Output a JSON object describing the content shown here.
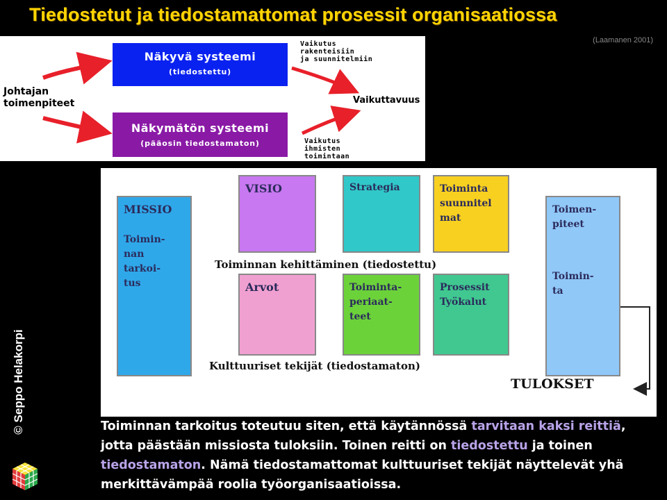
{
  "title": "Tiedostetut ja tiedostamattomat  prosessit organisaatiossa",
  "citation": "(Laamanen 2001)",
  "side_label": "© Seppo Helakorpi",
  "top_diagram": {
    "visible_system_title": "Näkyvä systeemi",
    "visible_system_sub": "(tiedostettu)",
    "invisible_system_title": "Näkymätön systeemi",
    "invisible_system_sub": "(pääosin tiedostamaton)",
    "leaders_actions": [
      "Johtajan",
      "toimenpiteet"
    ],
    "effect_on_structures": [
      "Vaikutus",
      "rakenteisiin",
      "ja suunnitelmiin"
    ],
    "effectiveness": "Vaikuttavuus",
    "effect_on_behaviour": [
      "Vaikutus",
      "ihmisten",
      "toimintaan"
    ],
    "colors": {
      "visible": "#0a22f0",
      "invisible": "#8a1aa6",
      "arrow": "#e8202a"
    }
  },
  "main_diagram": {
    "missio": {
      "head": "MISSIO",
      "lines": [
        "Toimin-",
        "nan",
        "tarkoi-",
        "tus"
      ],
      "color": "#2fa8ea"
    },
    "visio": {
      "head": "VISIO",
      "color": "#c878f0"
    },
    "arvot": {
      "head": "Arvot",
      "color": "#f0a0d0"
    },
    "strategia": {
      "head": "Strategia",
      "color": "#30c8c8"
    },
    "toimintaperiaatteet": {
      "lines": [
        "Toiminta-",
        "periaat-",
        "teet"
      ],
      "color": "#6cd23a"
    },
    "toimintasuunnitelmat": {
      "lines": [
        "Toiminta",
        "suunnitel",
        "mat"
      ],
      "color": "#f8d020"
    },
    "prosessit": {
      "lines": [
        "Prosessit",
        "Työkalut"
      ],
      "color": "#40c890"
    },
    "toimenpiteet": {
      "lines": [
        "Toimen-",
        "piteet"
      ],
      "color": "#90c8f8"
    },
    "toiminta": {
      "lines": [
        "Toimin-",
        "ta"
      ]
    },
    "development_label": "Toiminnan kehittäminen (tiedostettu)",
    "culture_label": "Kulttuuriset tekijät (tiedostamaton)",
    "results_label": "TULOKSET"
  },
  "caption": {
    "p1": "Toiminnan tarkoitus toteutuu siten, että käytännössä ",
    "h1": "tarvitaan kaksi reittiä",
    "p2": ", jotta  päästään missiosta tuloksiin.  Toinen reitti on ",
    "h2": "tiedostettu",
    "p3": "  ja toinen ",
    "h3": "tiedostamaton",
    "p4": ".  Nämä tiedostamattomat kulttuuriset tekijät näyttelevät yhä merkittävämpää roolia työorganisaatioissa."
  }
}
